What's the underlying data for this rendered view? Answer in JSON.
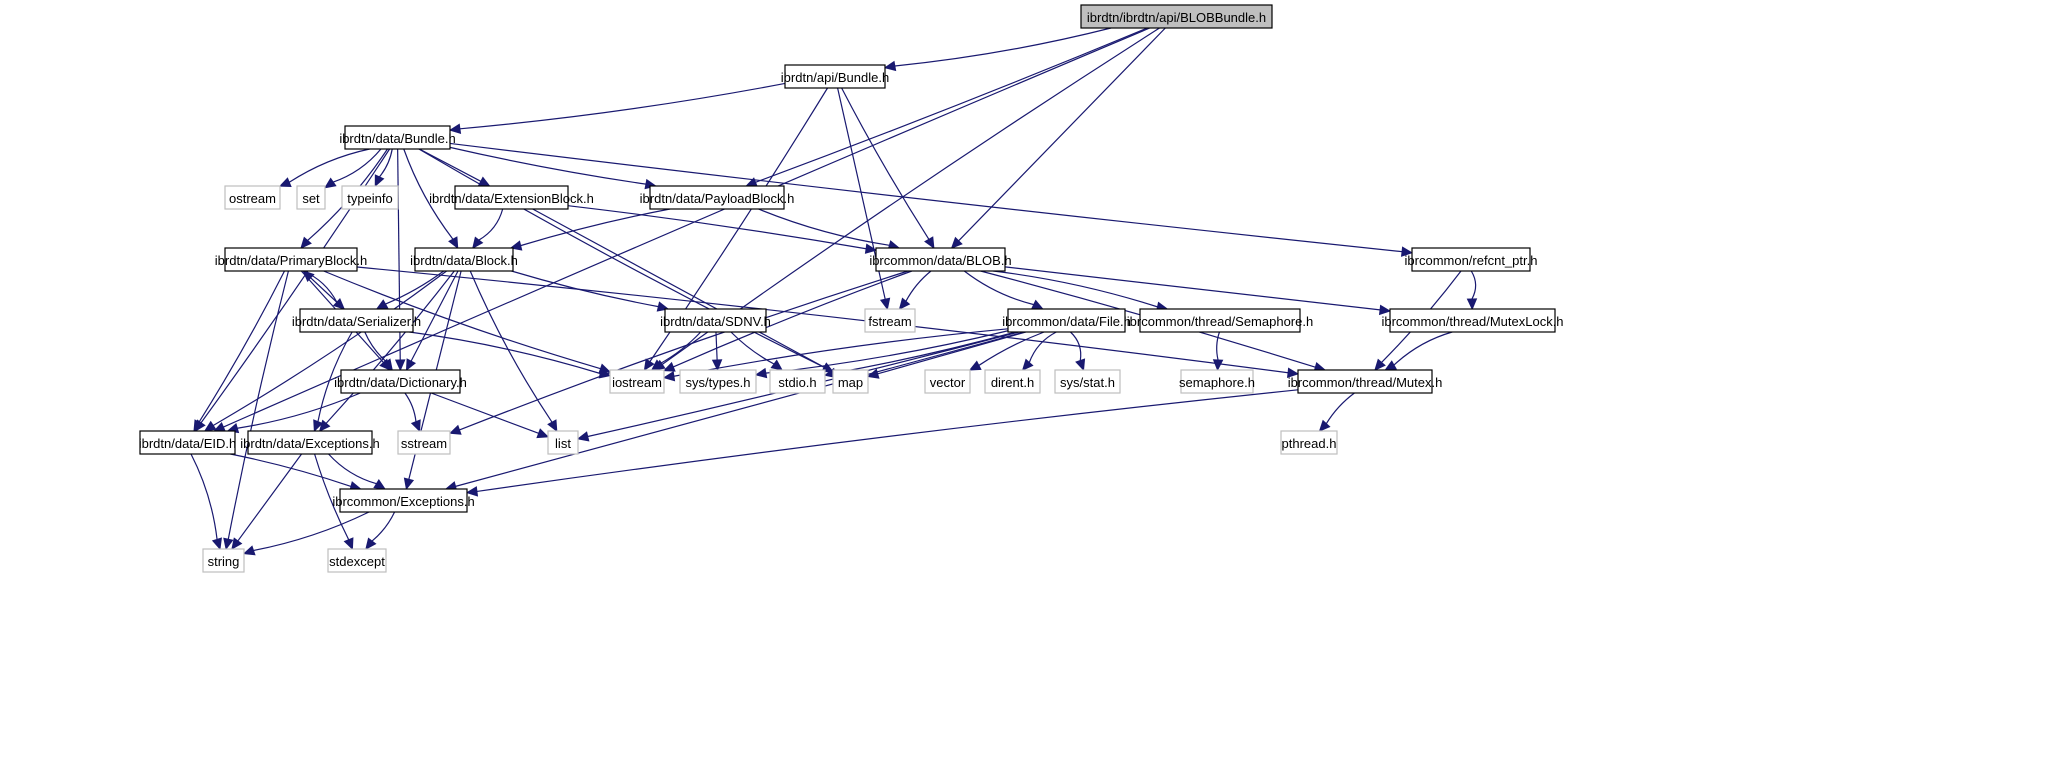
{
  "diagram": {
    "type": "include-dependency-graph",
    "root": "ibrdtn/ibrdtn/api/BLOBBundle.h",
    "colors": {
      "edge": "#191970",
      "root_fill": "#bfbfbf",
      "project_border": "#000000",
      "system_border": "#bfbfbf"
    },
    "nodes": [
      {
        "id": "blobbundle",
        "label": "ibrdtn/ibrdtn/api/BLOBBundle.h",
        "kind": "root"
      },
      {
        "id": "api_bundle",
        "label": "ibrdtn/api/Bundle.h",
        "kind": "project"
      },
      {
        "id": "data_bundle",
        "label": "ibrdtn/data/Bundle.h",
        "kind": "project"
      },
      {
        "id": "ostream",
        "label": "ostream",
        "kind": "system"
      },
      {
        "id": "set",
        "label": "set",
        "kind": "system"
      },
      {
        "id": "typeinfo",
        "label": "typeinfo",
        "kind": "system"
      },
      {
        "id": "extensionblock",
        "label": "ibrdtn/data/ExtensionBlock.h",
        "kind": "project"
      },
      {
        "id": "payloadblock",
        "label": "ibrdtn/data/PayloadBlock.h",
        "kind": "project"
      },
      {
        "id": "primaryblock",
        "label": "ibrdtn/data/PrimaryBlock.h",
        "kind": "project"
      },
      {
        "id": "block",
        "label": "ibrdtn/data/Block.h",
        "kind": "project"
      },
      {
        "id": "blob",
        "label": "ibrcommon/data/BLOB.h",
        "kind": "project"
      },
      {
        "id": "refcnt",
        "label": "ibrcommon/refcnt_ptr.h",
        "kind": "project"
      },
      {
        "id": "serializer",
        "label": "ibrdtn/data/Serializer.h",
        "kind": "project"
      },
      {
        "id": "sdnv",
        "label": "ibrdtn/data/SDNV.h",
        "kind": "project"
      },
      {
        "id": "fstream",
        "label": "fstream",
        "kind": "system"
      },
      {
        "id": "file",
        "label": "ibrcommon/data/File.h",
        "kind": "project"
      },
      {
        "id": "semaphore_cls",
        "label": "ibrcommon/thread/Semaphore.h",
        "kind": "project"
      },
      {
        "id": "mutexlock",
        "label": "ibrcommon/thread/MutexLock.h",
        "kind": "project"
      },
      {
        "id": "dictionary",
        "label": "ibrdtn/data/Dictionary.h",
        "kind": "project"
      },
      {
        "id": "iostream",
        "label": "iostream",
        "kind": "system"
      },
      {
        "id": "systypes",
        "label": "sys/types.h",
        "kind": "system"
      },
      {
        "id": "stdio",
        "label": "stdio.h",
        "kind": "system"
      },
      {
        "id": "map",
        "label": "map",
        "kind": "system"
      },
      {
        "id": "vector",
        "label": "vector",
        "kind": "system"
      },
      {
        "id": "dirent",
        "label": "dirent.h",
        "kind": "system"
      },
      {
        "id": "sysstat",
        "label": "sys/stat.h",
        "kind": "system"
      },
      {
        "id": "semaphore_h",
        "label": "semaphore.h",
        "kind": "system"
      },
      {
        "id": "mutex",
        "label": "ibrcommon/thread/Mutex.h",
        "kind": "project"
      },
      {
        "id": "eid",
        "label": "ibrdtn/data/EID.h",
        "kind": "project"
      },
      {
        "id": "data_exceptions",
        "label": "ibrdtn/data/Exceptions.h",
        "kind": "project"
      },
      {
        "id": "sstream",
        "label": "sstream",
        "kind": "system"
      },
      {
        "id": "list",
        "label": "list",
        "kind": "system"
      },
      {
        "id": "pthread",
        "label": "pthread.h",
        "kind": "system"
      },
      {
        "id": "common_exceptions",
        "label": "ibrcommon/Exceptions.h",
        "kind": "project"
      },
      {
        "id": "string",
        "label": "string",
        "kind": "system"
      },
      {
        "id": "stdexcept",
        "label": "stdexcept",
        "kind": "system"
      }
    ],
    "edges": [
      [
        "blobbundle",
        "api_bundle"
      ],
      [
        "blobbundle",
        "payloadblock"
      ],
      [
        "blobbundle",
        "blob"
      ],
      [
        "blobbundle",
        "eid"
      ],
      [
        "blobbundle",
        "iostream"
      ],
      [
        "api_bundle",
        "data_bundle"
      ],
      [
        "api_bundle",
        "iostream"
      ],
      [
        "api_bundle",
        "fstream"
      ],
      [
        "api_bundle",
        "blob"
      ],
      [
        "data_bundle",
        "ostream"
      ],
      [
        "data_bundle",
        "set"
      ],
      [
        "data_bundle",
        "typeinfo"
      ],
      [
        "data_bundle",
        "extensionblock"
      ],
      [
        "data_bundle",
        "payloadblock"
      ],
      [
        "data_bundle",
        "block"
      ],
      [
        "data_bundle",
        "primaryblock"
      ],
      [
        "data_bundle",
        "eid"
      ],
      [
        "data_bundle",
        "dictionary"
      ],
      [
        "data_bundle",
        "refcnt"
      ],
      [
        "data_bundle",
        "map"
      ],
      [
        "extensionblock",
        "block"
      ],
      [
        "extensionblock",
        "blob"
      ],
      [
        "extensionblock",
        "map"
      ],
      [
        "payloadblock",
        "block"
      ],
      [
        "payloadblock",
        "blob"
      ],
      [
        "primaryblock",
        "serializer"
      ],
      [
        "primaryblock",
        "eid"
      ],
      [
        "primaryblock",
        "dictionary"
      ],
      [
        "primaryblock",
        "string"
      ],
      [
        "primaryblock",
        "iostream"
      ],
      [
        "primaryblock",
        "mutex"
      ],
      [
        "block",
        "serializer"
      ],
      [
        "block",
        "dictionary"
      ],
      [
        "block",
        "sdnv"
      ],
      [
        "block",
        "list"
      ],
      [
        "block",
        "eid"
      ],
      [
        "block",
        "data_exceptions"
      ],
      [
        "block",
        "common_exceptions"
      ],
      [
        "blob",
        "fstream"
      ],
      [
        "blob",
        "file"
      ],
      [
        "blob",
        "semaphore_cls"
      ],
      [
        "blob",
        "mutex"
      ],
      [
        "blob",
        "mutexlock"
      ],
      [
        "blob",
        "iostream"
      ],
      [
        "blob",
        "sstream"
      ],
      [
        "refcnt",
        "mutexlock"
      ],
      [
        "refcnt",
        "mutex"
      ],
      [
        "serializer",
        "primaryblock"
      ],
      [
        "serializer",
        "dictionary"
      ],
      [
        "serializer",
        "data_exceptions"
      ],
      [
        "serializer",
        "iostream"
      ],
      [
        "sdnv",
        "iostream"
      ],
      [
        "sdnv",
        "systypes"
      ],
      [
        "sdnv",
        "stdio"
      ],
      [
        "file",
        "iostream"
      ],
      [
        "file",
        "systypes"
      ],
      [
        "file",
        "stdio"
      ],
      [
        "file",
        "map"
      ],
      [
        "file",
        "vector"
      ],
      [
        "file",
        "dirent"
      ],
      [
        "file",
        "sysstat"
      ],
      [
        "file",
        "list"
      ],
      [
        "file",
        "common_exceptions"
      ],
      [
        "semaphore_cls",
        "semaphore_h"
      ],
      [
        "mutexlock",
        "mutex"
      ],
      [
        "dictionary",
        "eid"
      ],
      [
        "dictionary",
        "sstream"
      ],
      [
        "dictionary",
        "list"
      ],
      [
        "mutex",
        "pthread"
      ],
      [
        "mutex",
        "common_exceptions"
      ],
      [
        "eid",
        "string"
      ],
      [
        "eid",
        "common_exceptions"
      ],
      [
        "data_exceptions",
        "string"
      ],
      [
        "data_exceptions",
        "stdexcept"
      ],
      [
        "data_exceptions",
        "common_exceptions"
      ],
      [
        "common_exceptions",
        "string"
      ],
      [
        "common_exceptions",
        "stdexcept"
      ]
    ]
  }
}
